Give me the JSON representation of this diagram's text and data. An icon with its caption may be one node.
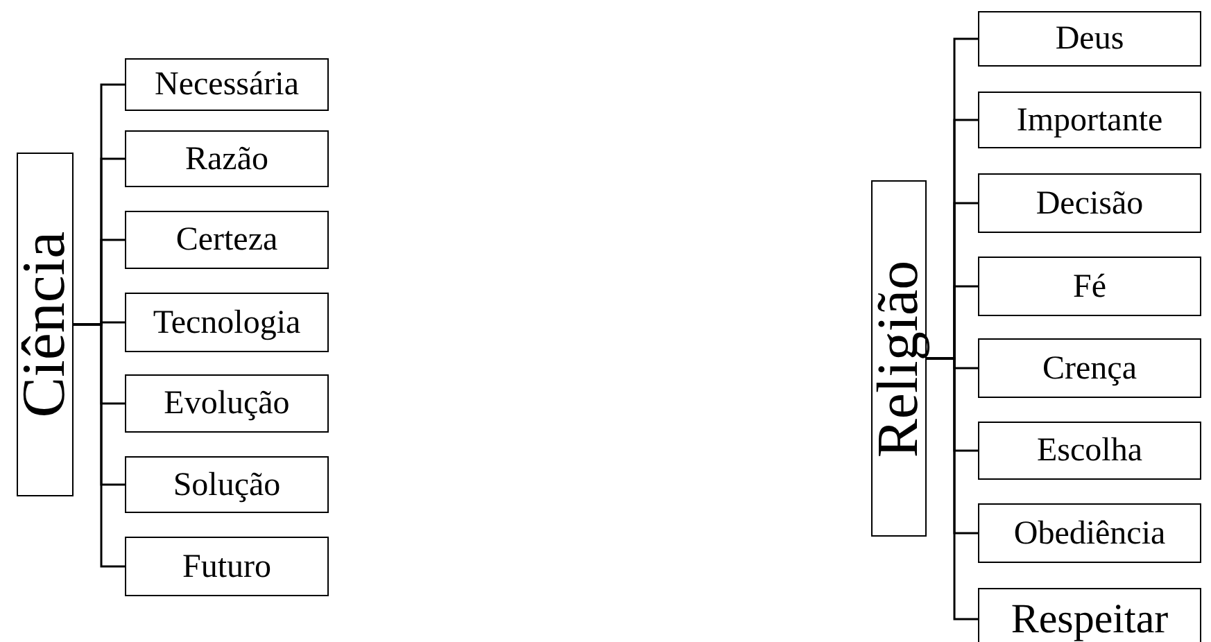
{
  "diagram": {
    "nodes": [
      {
        "text": [
          "Ciência"
        ]
      },
      {
        "text": [
          "Necessária"
        ]
      },
      {
        "text": [
          "Razão"
        ]
      },
      {
        "text": [
          "Certeza"
        ]
      },
      {
        "text": [
          "Tecnologia"
        ]
      },
      {
        "text": [
          "Evolução"
        ]
      },
      {
        "text": [
          "Solução"
        ]
      },
      {
        "text": [
          "Futuro"
        ]
      },
      {
        "text": [
          "Religião"
        ]
      },
      {
        "text": [
          "Deus"
        ]
      },
      {
        "text": [
          "Importante"
        ]
      },
      {
        "text": [
          "Decisão"
        ]
      },
      {
        "text": [
          "Fé"
        ]
      },
      {
        "text": [
          "Crença"
        ]
      },
      {
        "text": [
          "Escolha"
        ]
      },
      {
        "text": [
          "Obediência"
        ]
      },
      {
        "text": [
          "Respeitar"
        ]
      }
    ],
    "edges": [
      {
        "from": 0,
        "to": 1,
        "arrow": "none"
      },
      {
        "from": 0,
        "to": 2,
        "arrow": "none"
      },
      {
        "from": 0,
        "to": 3,
        "arrow": "none"
      },
      {
        "from": 0,
        "to": 4,
        "arrow": "none"
      },
      {
        "from": 0,
        "to": 5,
        "arrow": "none"
      },
      {
        "from": 0,
        "to": 6,
        "arrow": "none"
      },
      {
        "from": 0,
        "to": 7,
        "arrow": "none"
      },
      {
        "from": 8,
        "to": 9,
        "arrow": "none"
      },
      {
        "from": 8,
        "to": 10,
        "arrow": "none"
      },
      {
        "from": 8,
        "to": 11,
        "arrow": "none"
      },
      {
        "from": 8,
        "to": 12,
        "arrow": "none"
      },
      {
        "from": 8,
        "to": 13,
        "arrow": "none"
      },
      {
        "from": 8,
        "to": 14,
        "arrow": "none"
      },
      {
        "from": 8,
        "to": 15,
        "arrow": "none"
      },
      {
        "from": 8,
        "to": 16,
        "arrow": "none"
      }
    ]
  }
}
